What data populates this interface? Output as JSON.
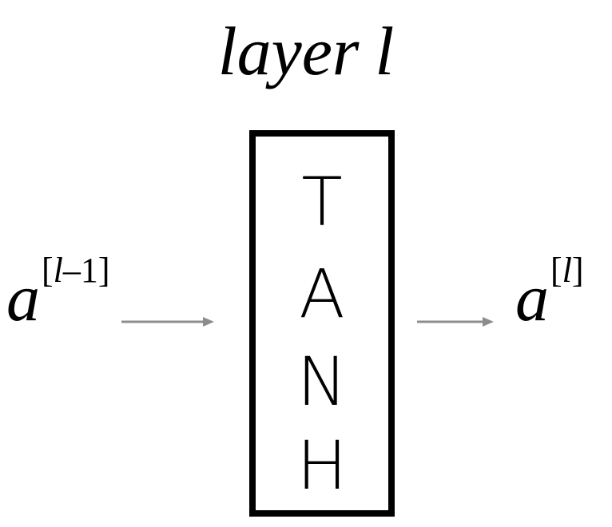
{
  "title": {
    "word1": "layer",
    "word2": "l"
  },
  "input": {
    "base": "a",
    "sup_open": "[",
    "sup_var": "l",
    "sup_rest": "–1]"
  },
  "block": {
    "letters": [
      "T",
      "A",
      "N",
      "H"
    ]
  },
  "output": {
    "base": "a",
    "sup_open": "[",
    "sup_var": "l",
    "sup_close": "]"
  },
  "colors": {
    "arrow": "#8c8c8c",
    "box_border": "#000000"
  }
}
